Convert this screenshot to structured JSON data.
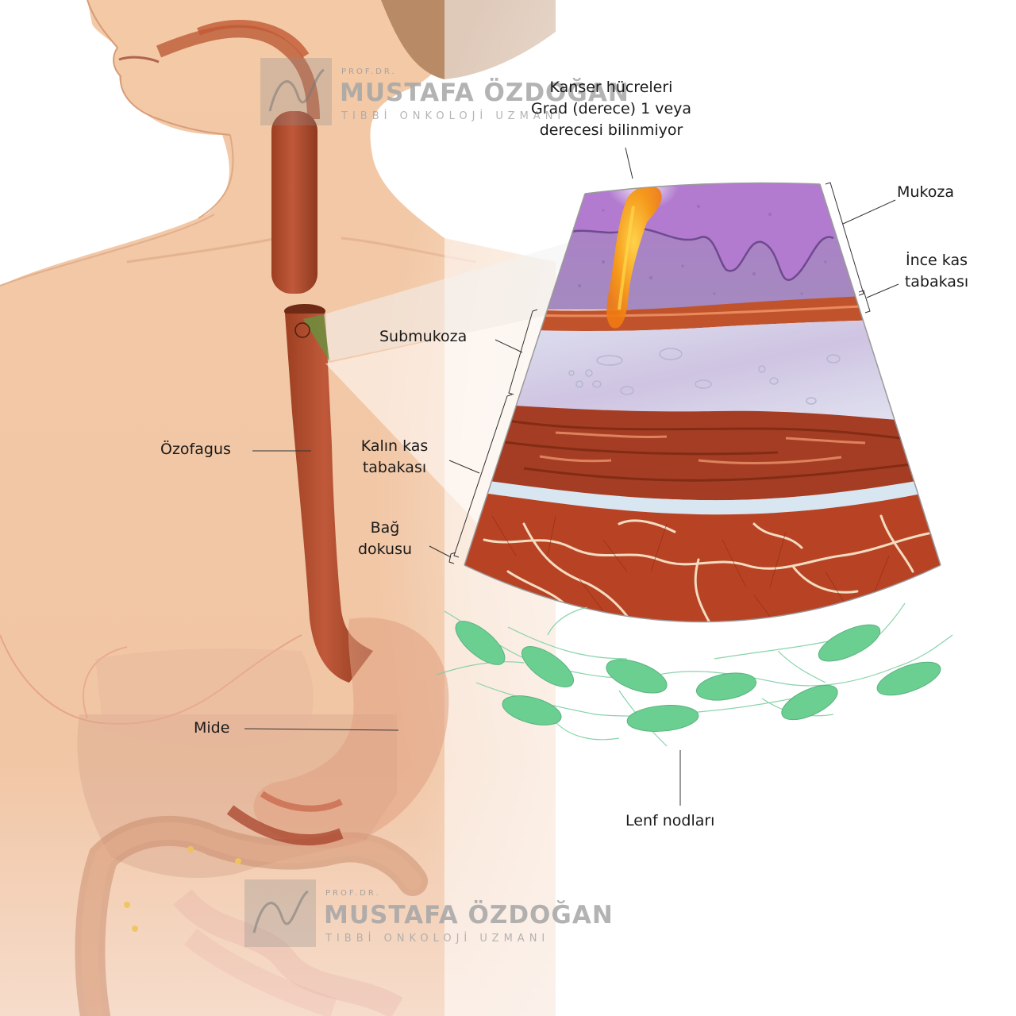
{
  "labels": {
    "cancer_cells": "Kanser hücreleri\nGrad (derece) 1  veya\nderecesi bilinmiyor",
    "mukoza": "Mukoza",
    "ince_kas": "İnce kas\ntabakası",
    "submukoza": "Submukoza",
    "kalin_kas": "Kalın kas\ntabakası",
    "bag_dokusu": "Bağ\ndokusu",
    "ozofagus": "Özofagus",
    "mide": "Mide",
    "lenf": "Lenf nodları"
  },
  "watermark": {
    "prefix": "PROF.DR.",
    "name": "MUSTAFA ÖZDOĞAN",
    "title": "TIBBİ ONKOLOJİ UZMANI"
  },
  "colors": {
    "skin": "#f3c9a6",
    "esophagus": "#b9532f",
    "mucosa": "#a77fc0",
    "muscle": "#9c3a20",
    "lymph": "#6ccf92"
  }
}
